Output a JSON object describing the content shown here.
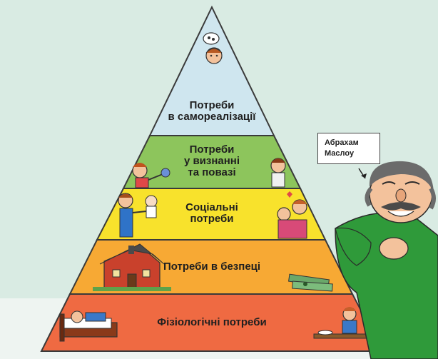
{
  "pyramid": {
    "levels": [
      {
        "id": "self-actualization",
        "lines": [
          "Потреби",
          "в самореалізації"
        ],
        "color": "#cfe6ef"
      },
      {
        "id": "esteem",
        "lines": [
          "Потреби",
          "у визнанні",
          "та повазі"
        ],
        "color": "#8dc55c"
      },
      {
        "id": "social",
        "lines": [
          "Соціальні",
          "потреби"
        ],
        "color": "#f8e22c"
      },
      {
        "id": "safety",
        "lines": [
          "Потреби в безпеці"
        ],
        "color": "#f7a934"
      },
      {
        "id": "physiological",
        "lines": [
          "Фізіологічні потреби"
        ],
        "color": "#ef6a42"
      }
    ]
  },
  "person": {
    "name_lines": [
      "Абрахам",
      "Маслоу"
    ]
  },
  "colors": {
    "background": "#d9ebe3",
    "outline": "#3a3a3a",
    "sweater": "#2f9a3a"
  }
}
